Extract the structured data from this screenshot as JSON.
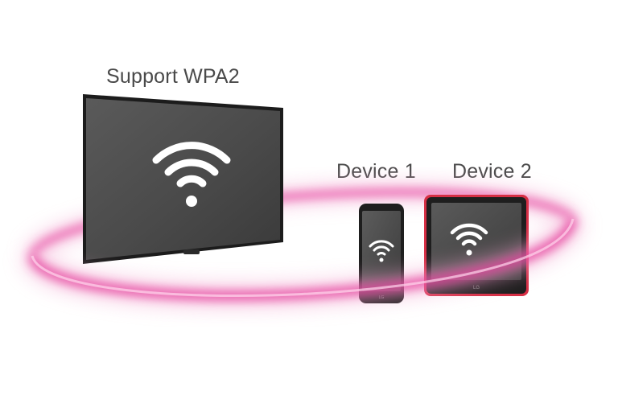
{
  "labels": {
    "tv": "Support WPA2",
    "device1": "Device 1",
    "device2": "Device 2"
  },
  "device_brand": "LG",
  "icons": {
    "tv": "wifi-icon",
    "phone": "wifi-icon",
    "tablet": "wifi-icon"
  },
  "colors": {
    "ring": "#e5409c",
    "screen": "#4b4b4b",
    "bezel": "#1c1c1c",
    "tablet_frame": "#d62f45",
    "label_text": "#4a4a4a",
    "wifi": "#ffffff"
  }
}
